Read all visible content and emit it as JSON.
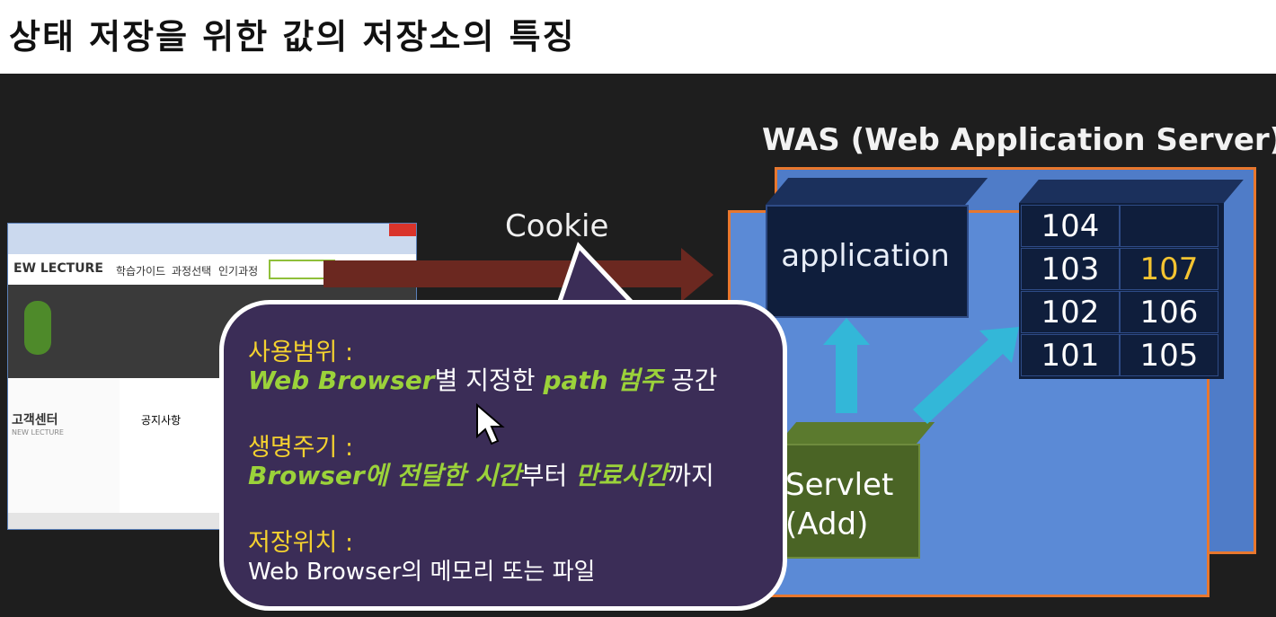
{
  "title": "상태 저장을 위한 값의 저장소의 특징",
  "was": {
    "title": "WAS (Web Application Server)",
    "application_label": "application",
    "servlet_line1": "Servlet",
    "servlet_line2": "(Add)",
    "cells": [
      {
        "value": "104",
        "color": "#ffffff"
      },
      {
        "value": "",
        "color": "#ffffff"
      },
      {
        "value": "103",
        "color": "#ffffff"
      },
      {
        "value": "107",
        "color": "#f4c431"
      },
      {
        "value": "102",
        "color": "#ffffff"
      },
      {
        "value": "106",
        "color": "#ffffff"
      },
      {
        "value": "101",
        "color": "#ffffff"
      },
      {
        "value": "105",
        "color": "#ffffff"
      }
    ]
  },
  "cookie_label": "Cookie",
  "browser": {
    "logo": "EW LECTURE",
    "nav": [
      "학습가이드",
      "과정선택",
      "인기과정"
    ],
    "sidebar_title": "고객센터",
    "sidebar_sub": "NEW LECTURE",
    "notice": "공지사항"
  },
  "callout": {
    "scope_label": "사용범위 :",
    "scope_hl1": "Web Browser",
    "scope_mid": "별 지정한 ",
    "scope_hl2": "path 범주",
    "scope_end": " 공간",
    "life_label": "생명주기 :",
    "life_hl1": "Browser에 전달한 시간",
    "life_mid": "부터 ",
    "life_hl2": "만료시간",
    "life_end": "까지",
    "loc_label": "저장위치 :",
    "loc_text": "Web Browser의 메모리 또는 파일"
  },
  "colors": {
    "was_border": "#e8772e",
    "highlight": "#9bd23a",
    "label_yellow": "#f4d12f"
  }
}
